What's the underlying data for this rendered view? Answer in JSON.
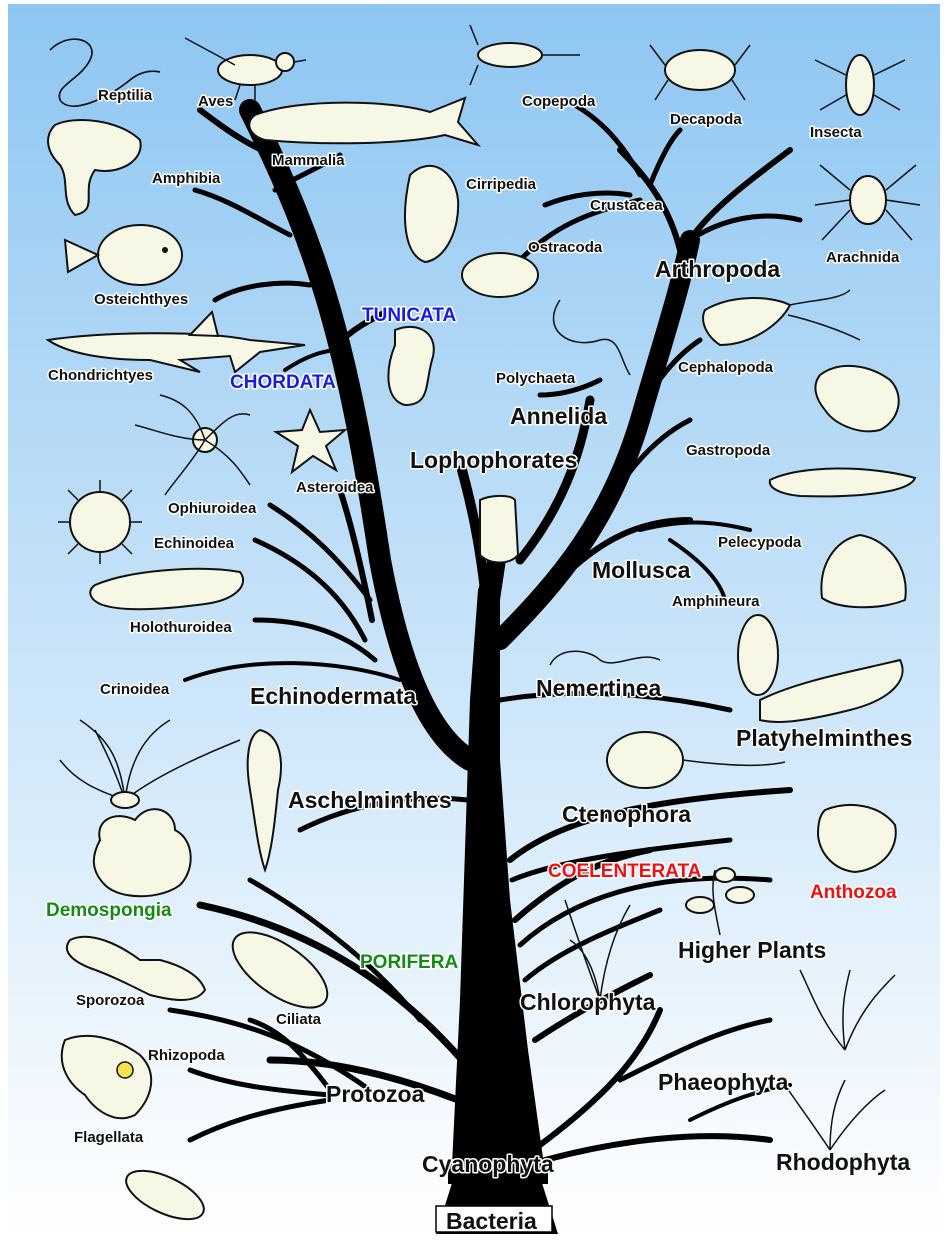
{
  "diagram": {
    "colors": {
      "sky_top": "#8ec6f2",
      "sky_bottom": "#ffffff",
      "trunk": "#000000",
      "chordata_tunicata": "#1a1ae6",
      "coelenterata_anthozoa": "#ee1111",
      "porifera_demospongia": "#168a16"
    },
    "labels": {
      "reptilia": "Reptilia",
      "aves": "Aves",
      "mammalia": "Mammalia",
      "amphibia": "Amphibia",
      "osteichthyes": "Osteichthyes",
      "chondrichtyes": "Chondrichtyes",
      "chordata": "CHORDATA",
      "tunicata": "TUNICATA",
      "asteroidea": "Asteroidea",
      "ophiuroidea": "Ophiuroidea",
      "echinoidea": "Echinoidea",
      "holothuroidea": "Holothuroidea",
      "crinoidea": "Crinoidea",
      "echinodermata": "Echinodermata",
      "aschelminthes": "Aschelminthes",
      "demospongia": "Demospongia",
      "porifera": "PORIFERA",
      "sporozoa": "Sporozoa",
      "ciliata": "Ciliata",
      "rhizopoda": "Rhizopoda",
      "flagellata": "Flagellata",
      "protozoa": "Protozoa",
      "cyanophyta": "Cyanophyta",
      "bacteria": "Bacteria",
      "copepoda": "Copepoda",
      "decapoda": "Decapoda",
      "insecta": "Insecta",
      "cirripedia": "Cirripedia",
      "crustacea": "Crustacea",
      "ostracoda": "Ostracoda",
      "arachnida": "Arachnida",
      "arthropoda": "Arthropoda",
      "polychaeta": "Polychaeta",
      "cephalopoda": "Cephalopoda",
      "annelida": "Annelida",
      "lophophorates": "Lophophorates",
      "gastropoda": "Gastropoda",
      "pelecypoda": "Pelecypoda",
      "mollusca": "Mollusca",
      "amphineura": "Amphineura",
      "nemertinea": "Nemertinea",
      "platyhelminthes": "Platyhelminthes",
      "ctenophora": "Ctenophora",
      "coelenterata": "COELENTERATA",
      "anthozoa": "Anthozoa",
      "higher_plants": "Higher Plants",
      "chlorophyta": "Chlorophyta",
      "phaeophyta": "Phaeophyta",
      "rhodophyta": "Rhodophyta"
    }
  }
}
